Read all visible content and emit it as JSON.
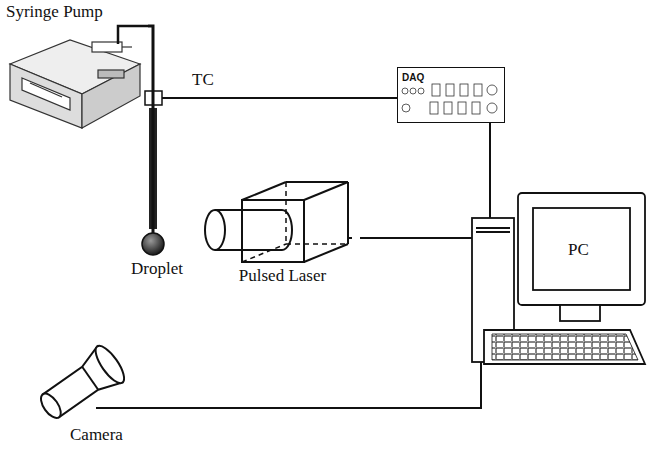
{
  "diagram": {
    "nodes": [
      {
        "text": [
          "Syringe Pump"
        ]
      },
      {
        "text": [
          "DAQ"
        ]
      },
      {
        "text": [
          "Droplet"
        ]
      },
      {
        "text": [
          "Pulsed Laser"
        ]
      },
      {
        "text": [
          "PC"
        ]
      },
      {
        "text": [
          "Camera"
        ]
      }
    ],
    "edges": [
      {
        "from": 0,
        "to": 2,
        "arrow": "none"
      },
      {
        "from": 1,
        "to": 4,
        "arrow": "none"
      },
      {
        "from": 3,
        "to": 4,
        "arrow": "none"
      },
      {
        "from": 5,
        "to": 4,
        "arrow": "none"
      }
    ],
    "labels": [
      "TC"
    ]
  }
}
